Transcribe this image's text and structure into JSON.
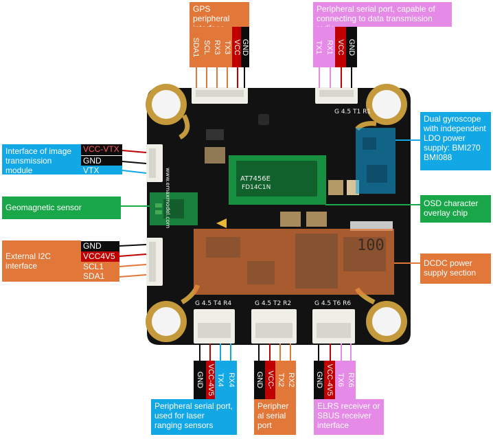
{
  "callouts": {
    "gps": "GPS peripheral interface",
    "radio": "Peripheral serial port, capable of connecting to data transmission radio",
    "image": "Interface of image transmission module",
    "geo": "Geomagnetic sensor",
    "i2c": "External I2C interface",
    "gyro": "Dual gyroscope with independent LDO power supply: BMI270 BMI088",
    "osd": "OSD character overlay chip",
    "dcdc": "DCDC power supply section",
    "laser": "Peripheral serial port, used for laser ranging sensors",
    "serial": "Peripheral serial port",
    "elrs": "ELRS receiver or SBUS receiver interface"
  },
  "pins": {
    "gps": [
      "SDA1",
      "SCL",
      "RX3",
      "TX3",
      "VCC",
      "GND"
    ],
    "radio": [
      "TX1",
      "RX1",
      "VCC",
      "GND"
    ],
    "image": [
      "VCC-VTX",
      "GND",
      "VTX"
    ],
    "i2c": [
      "GND",
      "VCC4V5",
      "SCL1",
      "SDA1"
    ],
    "laser": [
      "GND",
      "VCC-4V5",
      "TX4",
      "RX4"
    ],
    "serial": [
      "GND",
      "VCC-",
      "TX2",
      "RX2"
    ],
    "elrs": [
      "GND",
      "VCC-4V5",
      "TX6",
      "RX6"
    ]
  },
  "board": {
    "chip_text": [
      "AT7456E",
      "FD14C1N"
    ],
    "dcdc_text": "100",
    "site": "www.emaxmodel.com",
    "port_labels": [
      "G 4.5 T4 R4",
      "G 4.5 T2 R2",
      "G 4.5 T6 R6",
      "G 4.5 T1 R1"
    ]
  },
  "colors": {
    "orange": "#E2773A",
    "blue": "#12A7E5",
    "green": "#19A74A",
    "pink": "#E58AE6",
    "red": "#C00000",
    "black": "#0d0d0d",
    "board": "#121212"
  }
}
